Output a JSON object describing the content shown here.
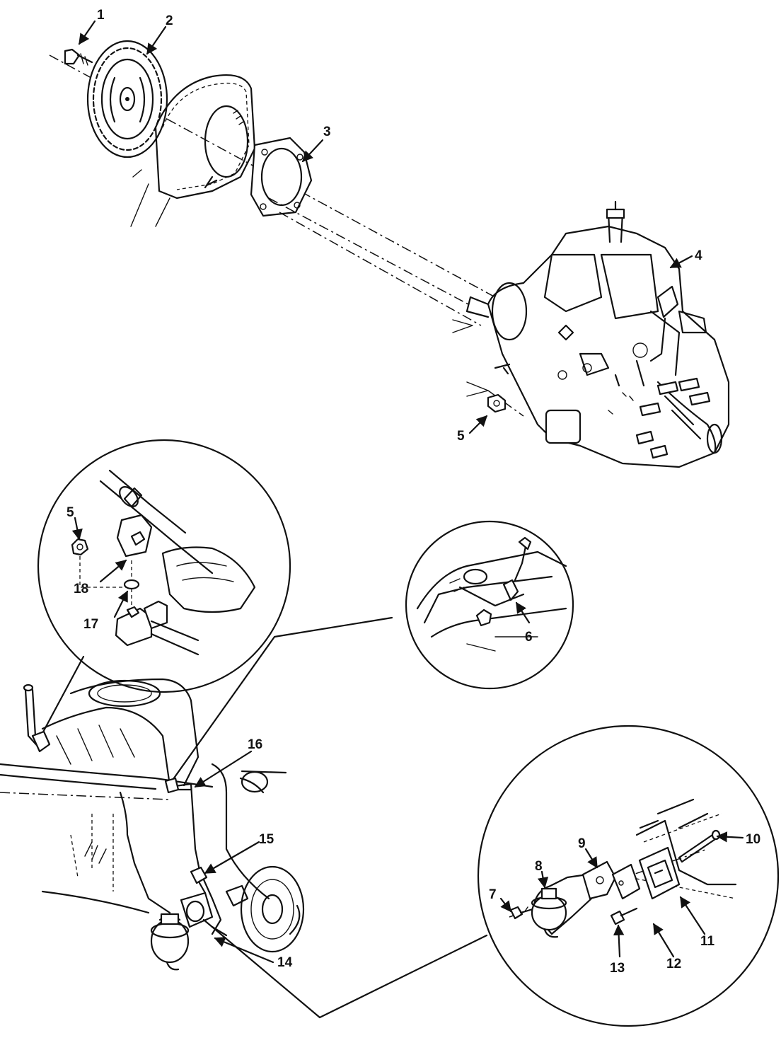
{
  "callouts": {
    "c1": "1",
    "c2": "2",
    "c3": "3",
    "c4": "4",
    "c5": "5",
    "c5b": "5",
    "c6": "6",
    "c7": "7",
    "c8": "8",
    "c9": "9",
    "c10": "10",
    "c11": "11",
    "c12": "12",
    "c13": "13",
    "c14": "14",
    "c15": "15",
    "c16": "16",
    "c17": "17",
    "c18": "18"
  }
}
